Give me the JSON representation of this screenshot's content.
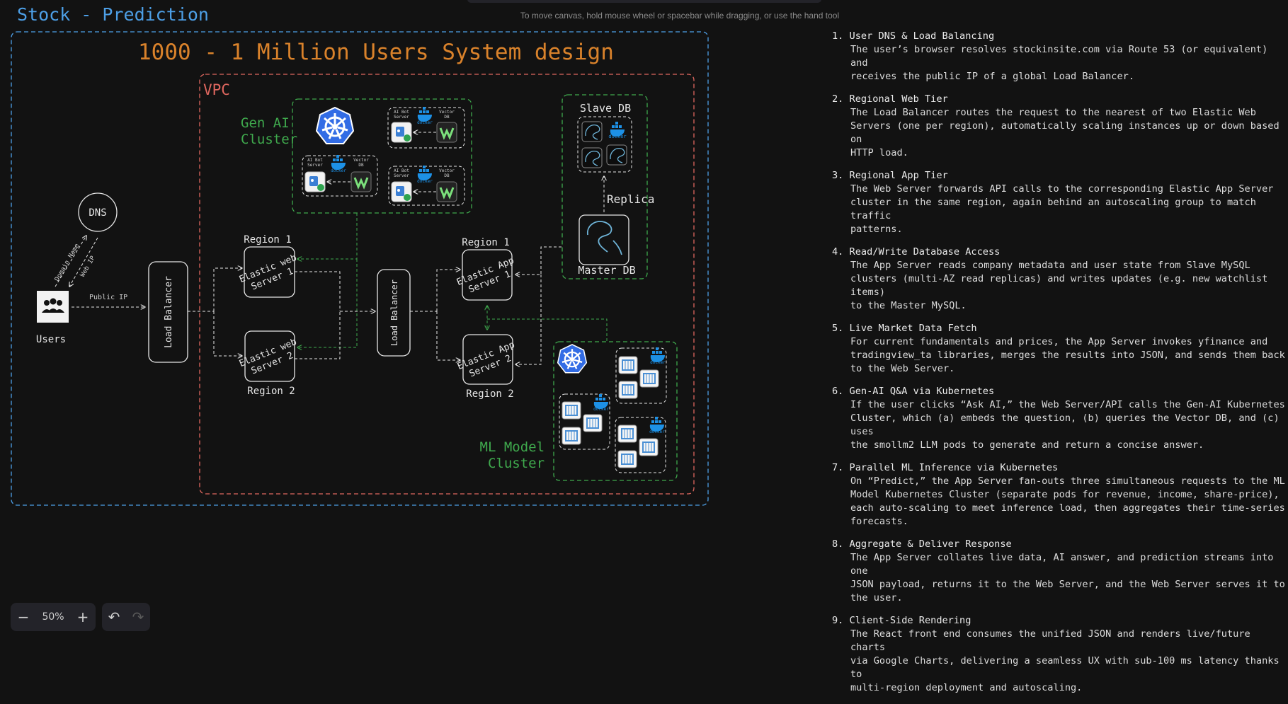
{
  "board_title": "Stock - Prediction",
  "canvas_hint": "To move canvas, hold mouse wheel or spacebar while dragging, or use the hand tool",
  "diagram": {
    "main_title": "1000 - 1 Million Users System design",
    "vpc_label": "VPC",
    "dns_label": "DNS",
    "domain_name_label": "Domain Name",
    "web_ip_label": "Web IP",
    "public_ip_label": "Public IP",
    "users_label": "Users",
    "load_balancer_label": "Load Balancer",
    "region1_label": "Region 1",
    "region2_label": "Region 2",
    "web_server1_label": [
      "Elastic web",
      "Server 1"
    ],
    "web_server2_label": [
      "Elastic web",
      "Server 2"
    ],
    "app_server1_label": [
      "Elastic App",
      "Server 1"
    ],
    "app_server2_label": [
      "Elastic App",
      "Server 2"
    ],
    "gen_ai_cluster_label": [
      "Gen AI",
      "Cluster"
    ],
    "ml_cluster_label": [
      "ML Model",
      "Cluster"
    ],
    "ai_bot_server_label": [
      "AI Bot",
      "Server"
    ],
    "vector_db_label": [
      "Vector",
      "DB"
    ],
    "docker_label": "docker",
    "slave_db_label": "Slave DB",
    "master_db_label": "Master DB",
    "replica_label": "Replica",
    "colors": {
      "title_orange": "#d9822b",
      "vpc_red": "#e0675f",
      "cluster_green": "#3fa94d",
      "board_blue": "#4d9fe6",
      "docker_blue": "#1d91e6",
      "kubernetes_blue": "#326ce5"
    }
  },
  "steps": [
    {
      "title": "1. User DNS & Load Balancing",
      "lines": [
        "The user’s browser resolves stockinsite.com via Route 53 (or equivalent) and",
        "receives the public IP of a global Load Balancer."
      ]
    },
    {
      "title": "2. Regional Web Tier",
      "lines": [
        "The Load Balancer routes the request to the nearest of two Elastic Web",
        "Servers (one per region), automatically scaling instances up or down based on",
        "HTTP load."
      ]
    },
    {
      "title": "3. Regional App Tier",
      "lines": [
        "The Web Server forwards API calls to the corresponding Elastic App Server",
        "cluster in the same region, again behind an autoscaling group to match traffic",
        "patterns."
      ]
    },
    {
      "title": "4. Read/Write Database Access",
      "lines": [
        "The App Server reads company metadata and user state from Slave MySQL",
        "clusters (multi-AZ read replicas) and writes updates (e.g. new watchlist items)",
        "to the Master MySQL."
      ]
    },
    {
      "title": "5. Live Market Data Fetch",
      "lines": [
        "For current fundamentals and prices, the App Server invokes yfinance and",
        "tradingview_ta libraries, merges the results into JSON, and sends them back",
        "to the Web Server."
      ]
    },
    {
      "title": "6. Gen-AI Q&A via Kubernetes",
      "lines": [
        "If the user clicks “Ask AI,” the Web Server/API calls the Gen-AI Kubernetes",
        "Cluster, which (a) embeds the question, (b) queries the Vector DB, and (c) uses",
        "the smollm2 LLM pods to generate and return a concise answer."
      ]
    },
    {
      "title": "7. Parallel ML Inference via Kubernetes",
      "lines": [
        "On “Predict,” the App Server fan-outs three simultaneous requests to the ML",
        "Model Kubernetes Cluster (separate pods for revenue, income, share-price),",
        "each auto-scaling to meet inference load, then aggregates their time-series",
        "forecasts."
      ]
    },
    {
      "title": "8. Aggregate & Deliver Response",
      "lines": [
        "The App Server collates live data, AI answer, and prediction streams into one",
        "JSON payload, returns it to the Web Server, and the Web Server serves it to",
        "the user."
      ]
    },
    {
      "title": "9. Client-Side Rendering",
      "lines": [
        "The React front end consumes the unified JSON and renders live/future charts",
        "via Google Charts, delivering a seamless UX with sub-100 ms latency thanks to",
        "multi-region deployment and autoscaling."
      ]
    }
  ],
  "zoom": {
    "decrease": "−",
    "level": "50%",
    "increase": "+"
  },
  "history": {
    "undo": "↶",
    "redo": "↷"
  }
}
